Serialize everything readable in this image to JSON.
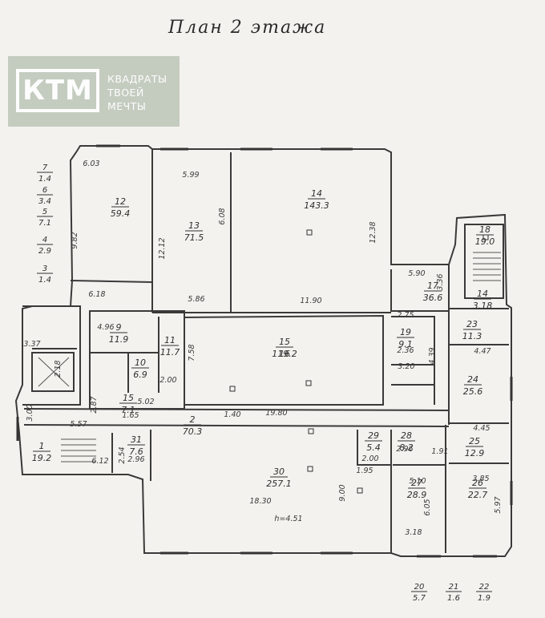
{
  "title": "План 2 этажа",
  "logo": {
    "mark": "КТМ",
    "line1": "КВАДРАТЫ",
    "line2": "ТВОЕЙ",
    "line3": "МЕЧТЫ"
  },
  "colors": {
    "paper": "#f4f2ee",
    "ink": "#2f2f2f",
    "logo": "#bfc8bc"
  },
  "rooms": [
    {
      "num": "12",
      "area": "59.4"
    },
    {
      "num": "13",
      "area": "71.5"
    },
    {
      "num": "14",
      "area": "143.3"
    },
    {
      "num": "15",
      "area": "119.2"
    },
    {
      "num": "16",
      "area": ""
    },
    {
      "num": "17",
      "area": "36.6"
    },
    {
      "num": "18",
      "area": "19.0"
    },
    {
      "num": "19",
      "area": "9.1"
    },
    {
      "num": "9",
      "area": "11.9"
    },
    {
      "num": "10",
      "area": "6.9"
    },
    {
      "num": "11",
      "area": "11.7"
    },
    {
      "num": "15",
      "area": "7.1"
    },
    {
      "num": "2",
      "area": "70.3"
    },
    {
      "num": "1",
      "area": "19.2"
    },
    {
      "num": "31",
      "area": "7.6"
    },
    {
      "num": "30",
      "area": "257.1"
    },
    {
      "num": "29",
      "area": "5.4"
    },
    {
      "num": "28",
      "area": "8.2"
    },
    {
      "num": "27",
      "area": "28.9"
    },
    {
      "num": "26",
      "area": "22.7"
    },
    {
      "num": "25",
      "area": "12.9"
    },
    {
      "num": "24",
      "area": "25.6"
    },
    {
      "num": "23",
      "area": "11.3"
    },
    {
      "num": "14",
      "area": "3.18"
    }
  ],
  "dims": [
    "6.03",
    "5.99",
    "9.82",
    "12.12",
    "6.18",
    "5.86",
    "11.90",
    "12.38",
    "6.08",
    "7.58",
    "5.90",
    "3.36",
    "19.80",
    "5.57",
    "3.37",
    "4.96",
    "2.00",
    "2.87",
    "1.65",
    "5.02",
    "1.40",
    "3.00",
    "18.30",
    "9.00",
    "5.10",
    "6.05",
    "5.97",
    "3.85",
    "4.45",
    "4.47",
    "2.75",
    "2.36",
    "3.18",
    "h=4.51",
    "2.96",
    "2.54",
    "1.91",
    "2.00",
    "2.18",
    "6.12",
    "2.96",
    "4.39",
    "3.20",
    "1.95"
  ],
  "legend": [
    {
      "num": "7",
      "area": "1.4"
    },
    {
      "num": "6",
      "area": "3.4"
    },
    {
      "num": "5",
      "area": "7.1"
    },
    {
      "num": "4",
      "area": "2.9"
    },
    {
      "num": "3",
      "area": "1.4"
    },
    {
      "num": "20",
      "area": "5.7"
    },
    {
      "num": "21",
      "area": "1.6"
    },
    {
      "num": "22",
      "area": "1.9"
    }
  ]
}
